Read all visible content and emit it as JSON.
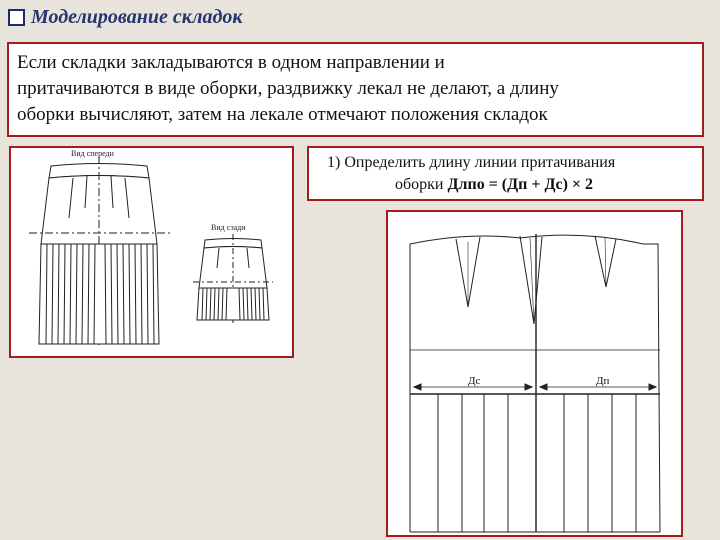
{
  "slide": {
    "title": "Моделирование складок",
    "intro_lines": [
      "Если складки закладываются в одном направлении и",
      "притачиваются в виде оборки, раздвижку лекал не делают, а длину",
      "оборки вычисляют, затем на лекале отмечают положения складок"
    ]
  },
  "sketch": {
    "front_label": "Вид спереди",
    "back_label": "Вид сзади"
  },
  "formula": {
    "line1": "1) Определить длину линии притачивания",
    "line2_text": "оборки ",
    "line2_formula": "Длпо = (Дп + Дс) × 2"
  },
  "pattern": {
    "back_label": "Дс",
    "front_label": "Дп"
  },
  "colors": {
    "border": "#a51c1c",
    "title": "#24356f"
  }
}
